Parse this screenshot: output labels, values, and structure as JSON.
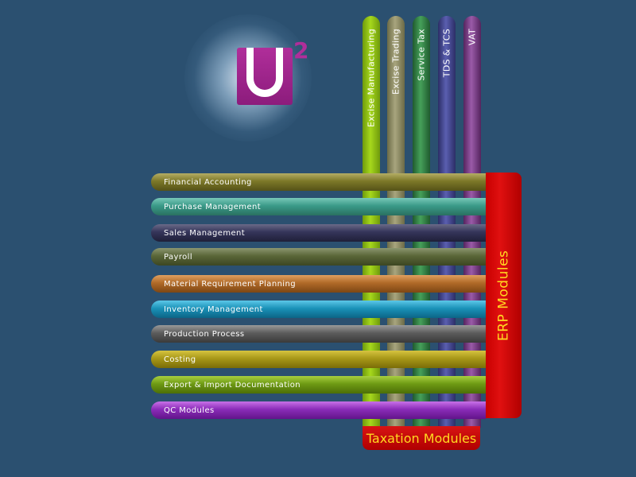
{
  "logo": {
    "superscript": "2",
    "brand_color": "#b02e9a"
  },
  "taxation": {
    "title": "Taxation Modules",
    "modules": [
      "Excise Manufacturing",
      "Excise Trading",
      "Service Tax",
      "TDS & TCS",
      "VAT"
    ]
  },
  "erp": {
    "title": "ERP Modules",
    "modules": [
      "Financial Accounting",
      "Purchase Management",
      "Sales Management",
      "Payroll",
      "Material Requirement Planning",
      "Inventory Management",
      "Production Process",
      "Costing",
      "Export & Import Documentation",
      "QC Modules"
    ]
  },
  "colors": {
    "background": "#2b5070",
    "group_box": "#d81414",
    "group_title": "#ffd820"
  }
}
